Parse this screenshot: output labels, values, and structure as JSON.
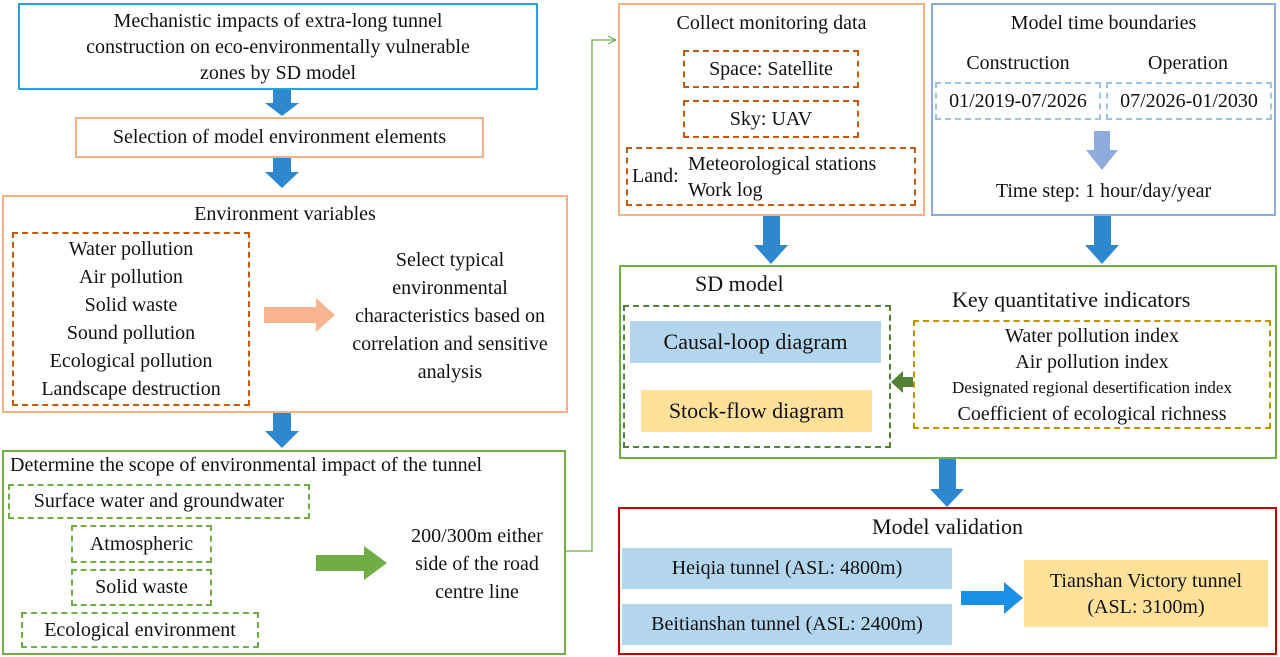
{
  "left": {
    "title_lines": [
      "Mechanistic impacts of extra-long tunnel",
      "construction on eco-environmentally vulnerable",
      "zones by SD model"
    ],
    "selection": "Selection of model environment elements",
    "env": {
      "title": "Environment variables",
      "variables": [
        "Water pollution",
        "Air pollution",
        "Solid waste",
        "Sound pollution",
        "Ecological pollution",
        "Landscape destruction"
      ],
      "select_lines": [
        "Select typical",
        "environmental",
        "characteristics based on",
        "correlation and sensitive",
        "analysis"
      ]
    },
    "scope": {
      "title": "Determine the scope of environmental impact of the tunnel",
      "items": [
        "Surface water and groundwater",
        "Atmospheric",
        "Solid waste",
        "Ecological environment"
      ],
      "result_lines": [
        "200/300m either",
        "side of the road",
        "centre line"
      ]
    }
  },
  "monitoring": {
    "title": "Collect monitoring data",
    "space": "Space: Satellite",
    "sky": "Sky: UAV",
    "land_label": "Land:",
    "land_lines": [
      "Meteorological stations",
      "Work log"
    ]
  },
  "time": {
    "title": "Model time boundaries",
    "construction_label": "Construction",
    "operation_label": "Operation",
    "construction_range": "01/2019-07/2026",
    "operation_range": "07/2026-01/2030",
    "step": "Time step: 1 hour/day/year"
  },
  "sd": {
    "title": "SD model",
    "causal": "Causal-loop diagram",
    "stock": "Stock-flow diagram",
    "kqi_title": "Key quantitative indicators",
    "indicators": [
      "Water pollution index",
      "Air pollution index",
      "Designated regional desertification index",
      "Coefficient of ecological richness"
    ]
  },
  "validation": {
    "title": "Model validation",
    "heiqia": "Heiqia tunnel (ASL: 4800m)",
    "beitianshan": "Beitianshan tunnel (ASL: 2400m)",
    "tianshan_lines": [
      "Tianshan Victory tunnel",
      "(ASL: 3100m)"
    ]
  },
  "colors": {
    "blue_arrow": "#2e88cf",
    "orange_arrow": "#f8b48f",
    "green_arrow": "#70ad47",
    "light_blue_arrow": "#8faadc",
    "bright_blue_arrow": "#1a8fe3"
  }
}
